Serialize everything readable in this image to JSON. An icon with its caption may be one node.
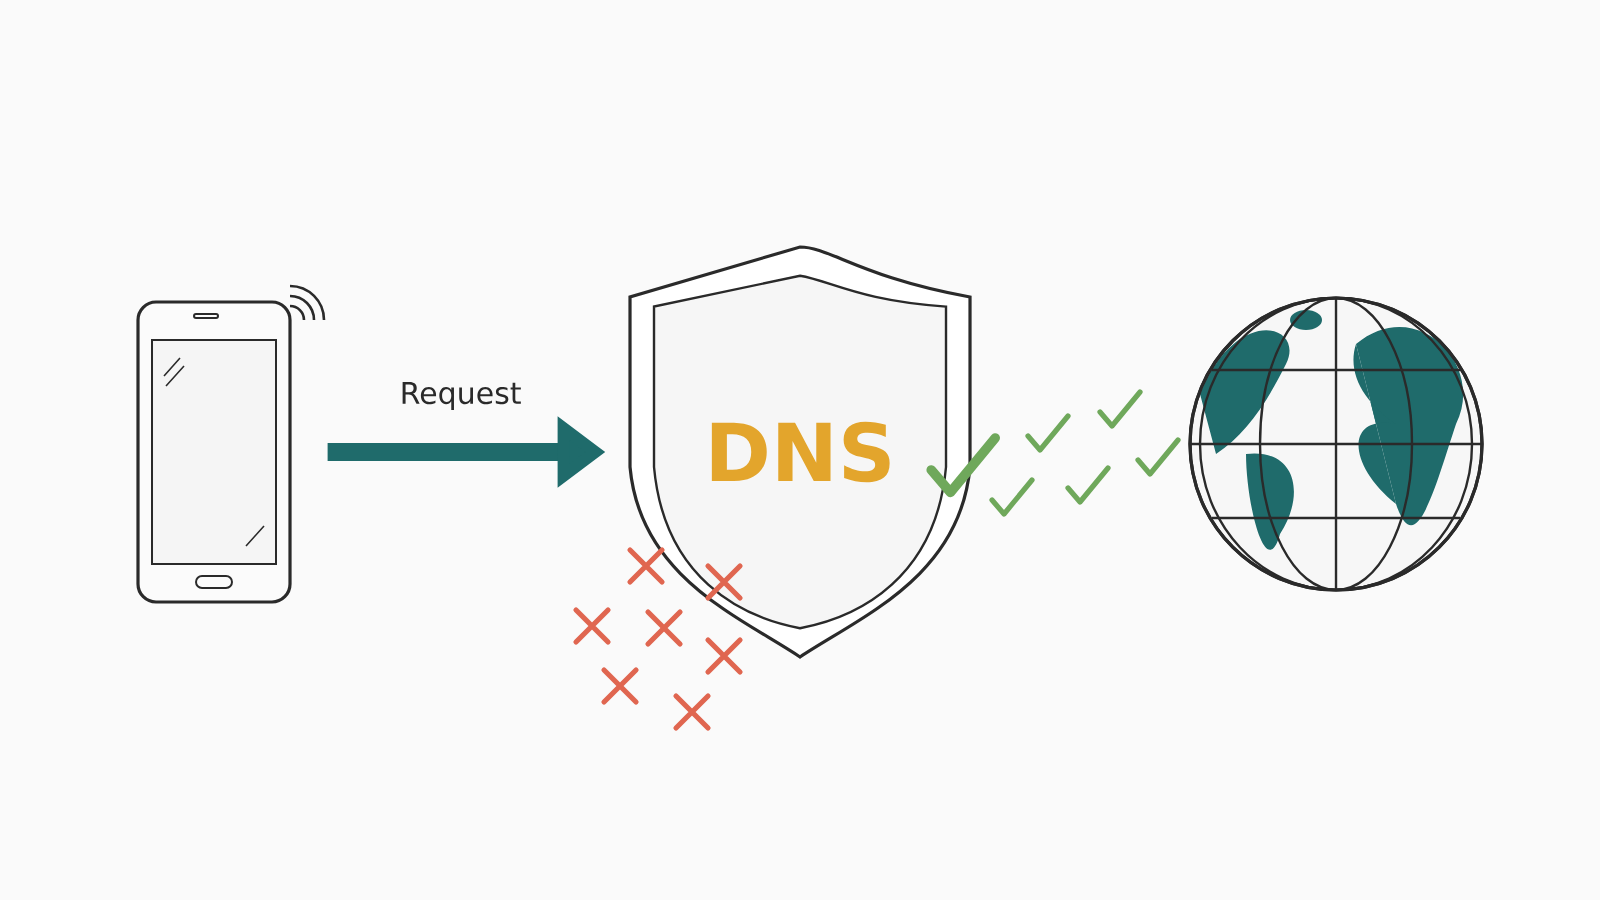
{
  "diagram": {
    "nodes": [
      {
        "text": [],
        "shape": "picture"
      },
      {
        "text": [
          "DNS"
        ]
      },
      {
        "text": [],
        "shape": "picture"
      }
    ],
    "edges": [
      {
        "from": 0,
        "to": 1,
        "arrow": "to",
        "label": "Request"
      }
    ]
  }
}
